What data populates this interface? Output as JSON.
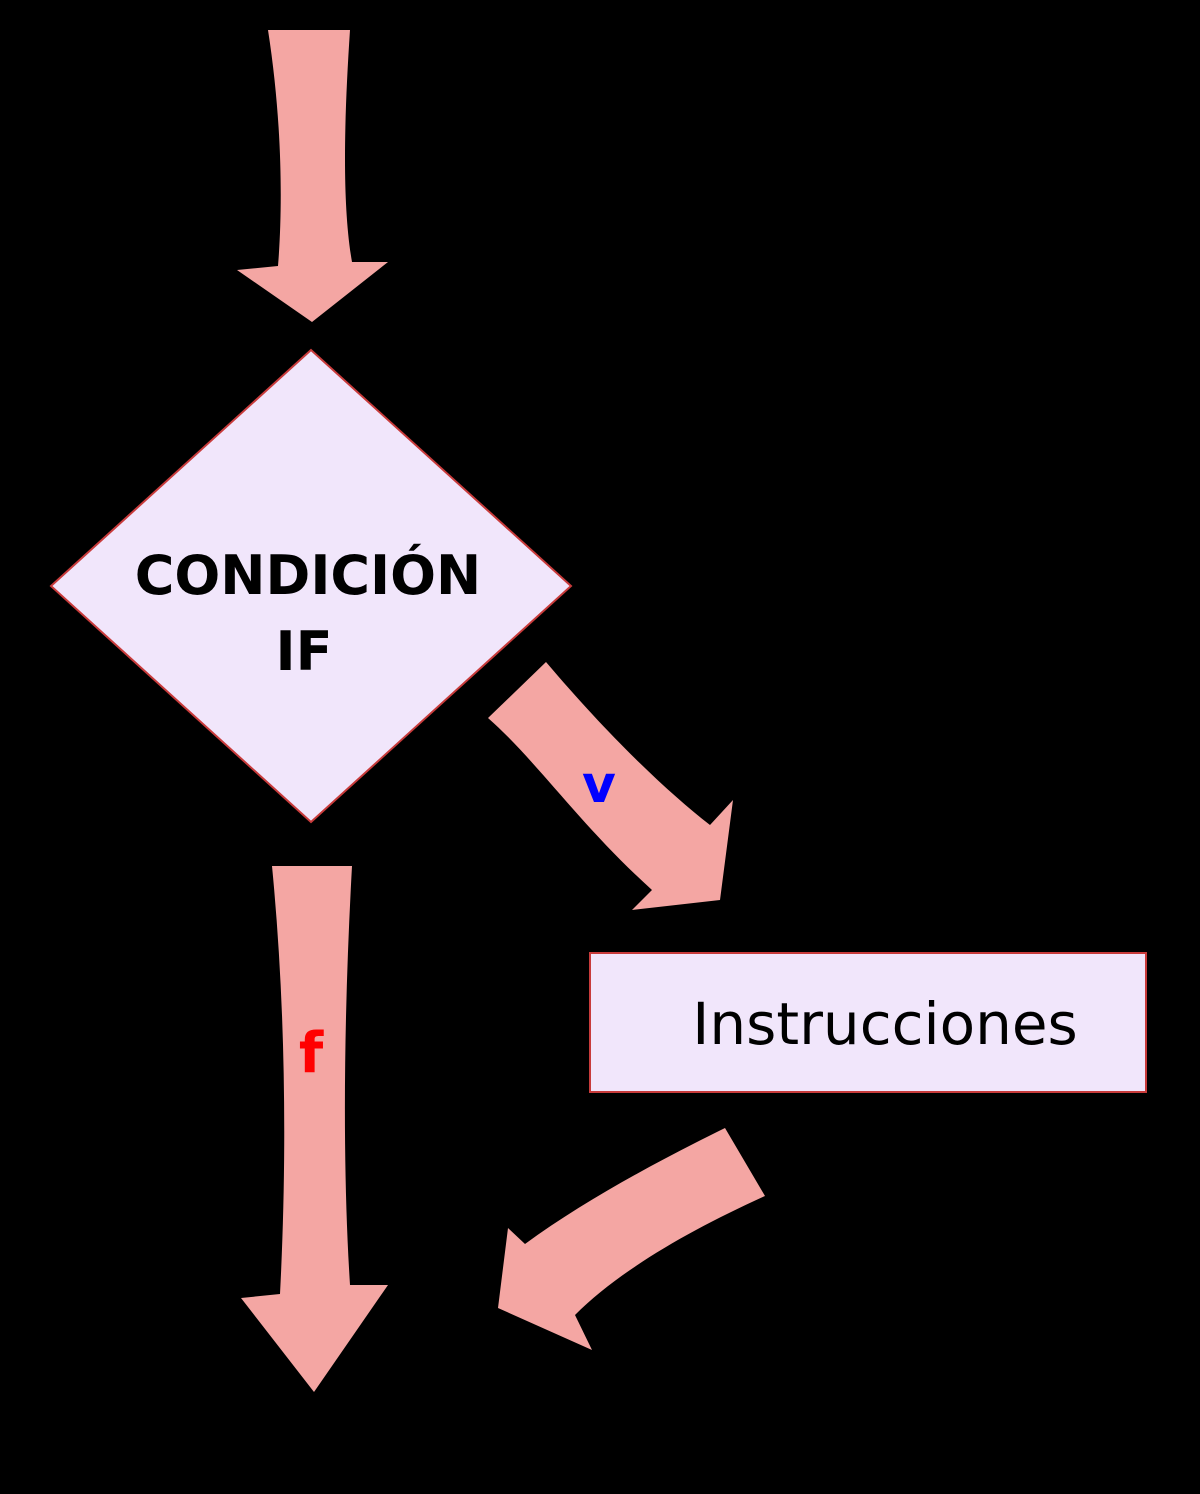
{
  "diagram": {
    "colors": {
      "background": "#000000",
      "arrow_fill": "#f4a6a3",
      "shape_fill": "#f1e6fb",
      "shape_stroke": "#c83b3b",
      "text": "#000000",
      "true_label": "#0000ff",
      "false_label": "#ff0000"
    },
    "decision": {
      "line1": "CONDICIÓN",
      "line2": "IF"
    },
    "process": {
      "label": "Instrucciones"
    },
    "branches": {
      "true_label": "v",
      "false_label": "f"
    }
  }
}
